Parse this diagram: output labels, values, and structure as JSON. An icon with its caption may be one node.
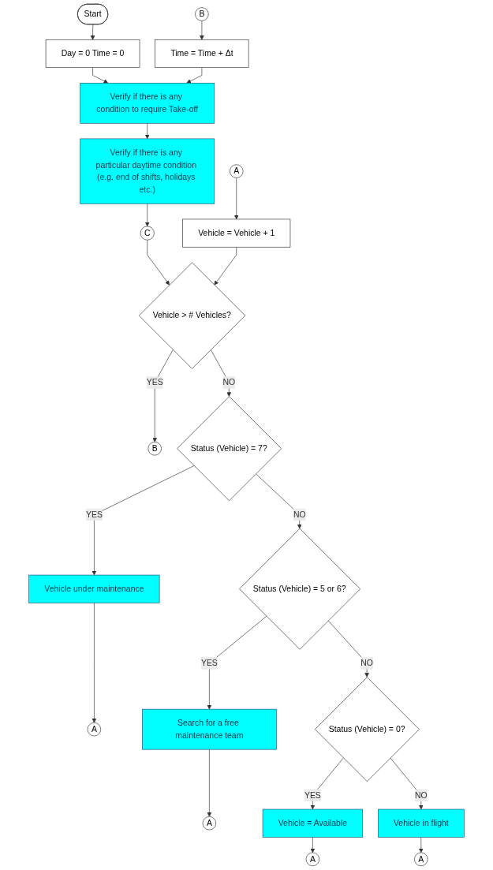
{
  "diagram": {
    "nodes": [
      {
        "text": [
          "Start"
        ]
      },
      {
        "text": [
          "Day = 0 Time = 0"
        ]
      },
      {
        "text": [
          "Time = Time + Δt"
        ]
      },
      {
        "text": [
          "B"
        ]
      },
      {
        "text": [
          "Verify if there is any condition to require Take-off"
        ]
      },
      {
        "text": [
          "Verify if there is any particular daytime condition (e.g. end of shifts, holidays etc.)"
        ]
      },
      {
        "text": [
          "C"
        ]
      },
      {
        "text": [
          "Vehicle = Vehicle + 1"
        ]
      },
      {
        "text": [
          "A"
        ]
      },
      {
        "text": [
          "Vehicle > # Vehicles?"
        ]
      },
      {
        "text": [
          "B"
        ]
      },
      {
        "text": [
          "Status (Vehicle) = 7?"
        ]
      },
      {
        "text": [
          "Vehicle under maintenance"
        ]
      },
      {
        "text": [
          "A"
        ]
      },
      {
        "text": [
          "Status (Vehicle) = 5 or 6?"
        ]
      },
      {
        "text": [
          "Search for a free maintenance team"
        ]
      },
      {
        "text": [
          "A"
        ]
      },
      {
        "text": [
          "Status (Vehicle) = 0?"
        ]
      },
      {
        "text": [
          "Vehicle = Available"
        ]
      },
      {
        "text": [
          "A"
        ]
      },
      {
        "text": [
          "Vehicle in flight"
        ]
      },
      {
        "text": [
          "A"
        ]
      }
    ],
    "edges": [
      {
        "from": 0,
        "to": 1,
        "arrow": "to"
      },
      {
        "from": 1,
        "to": 4,
        "arrow": "to"
      },
      {
        "from": 3,
        "to": 2,
        "arrow": "to"
      },
      {
        "from": 2,
        "to": 4,
        "arrow": "to"
      },
      {
        "from": 4,
        "to": 5,
        "arrow": "to"
      },
      {
        "from": 5,
        "to": 6,
        "arrow": "to"
      },
      {
        "from": 6,
        "to": 9,
        "arrow": "to"
      },
      {
        "from": 8,
        "to": 7,
        "arrow": "to"
      },
      {
        "from": 7,
        "to": 9,
        "arrow": "to"
      },
      {
        "from": 9,
        "to": 10,
        "arrow": "to",
        "label": "YES"
      },
      {
        "from": 9,
        "to": 11,
        "arrow": "to",
        "label": "NO"
      },
      {
        "from": 11,
        "to": 12,
        "arrow": "to",
        "label": "YES"
      },
      {
        "from": 12,
        "to": 13,
        "arrow": "to"
      },
      {
        "from": 11,
        "to": 14,
        "arrow": "to",
        "label": "NO"
      },
      {
        "from": 14,
        "to": 15,
        "arrow": "to",
        "label": "YES"
      },
      {
        "from": 15,
        "to": 16,
        "arrow": "to"
      },
      {
        "from": 14,
        "to": 17,
        "arrow": "to",
        "label": "NO"
      },
      {
        "from": 17,
        "to": 18,
        "arrow": "to",
        "label": "YES"
      },
      {
        "from": 18,
        "to": 19,
        "arrow": "to"
      },
      {
        "from": 17,
        "to": 20,
        "arrow": "to",
        "label": "NO"
      },
      {
        "from": 20,
        "to": 21,
        "arrow": "to"
      }
    ]
  }
}
